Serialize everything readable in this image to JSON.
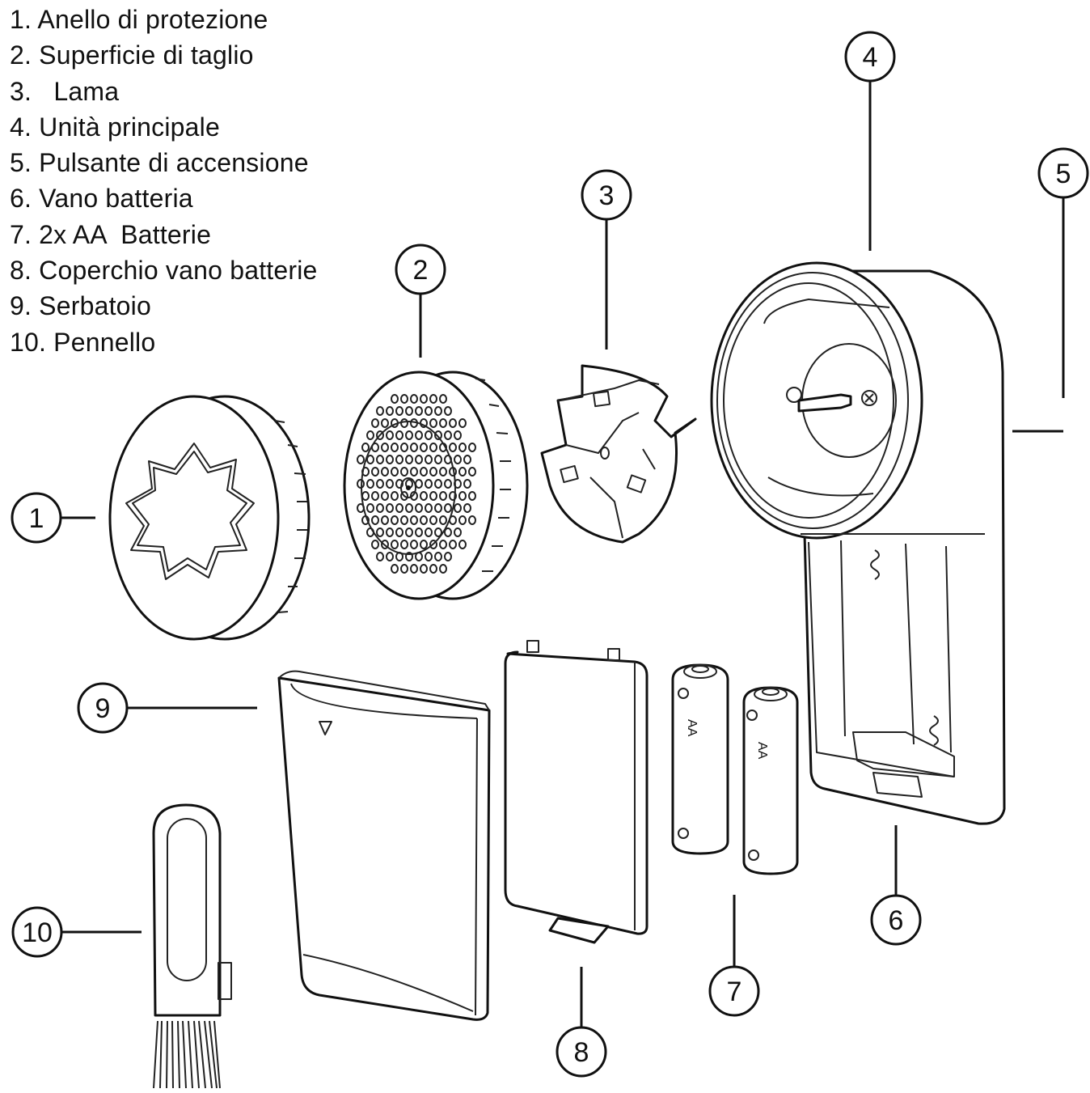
{
  "legend": [
    "1. Anello di protezione",
    "2. Superficie di taglio",
    "3.   Lama",
    "4. Unità principale",
    "5. Pulsante di accensione",
    "6. Vano batteria",
    "7. 2x AA  Batterie",
    "8. Coperchio vano batterie",
    "9. Serbatoio",
    "10. Pennello"
  ],
  "callouts": [
    "1",
    "2",
    "3",
    "4",
    "5",
    "6",
    "7",
    "8",
    "9",
    "10"
  ],
  "battery_label": "AA"
}
